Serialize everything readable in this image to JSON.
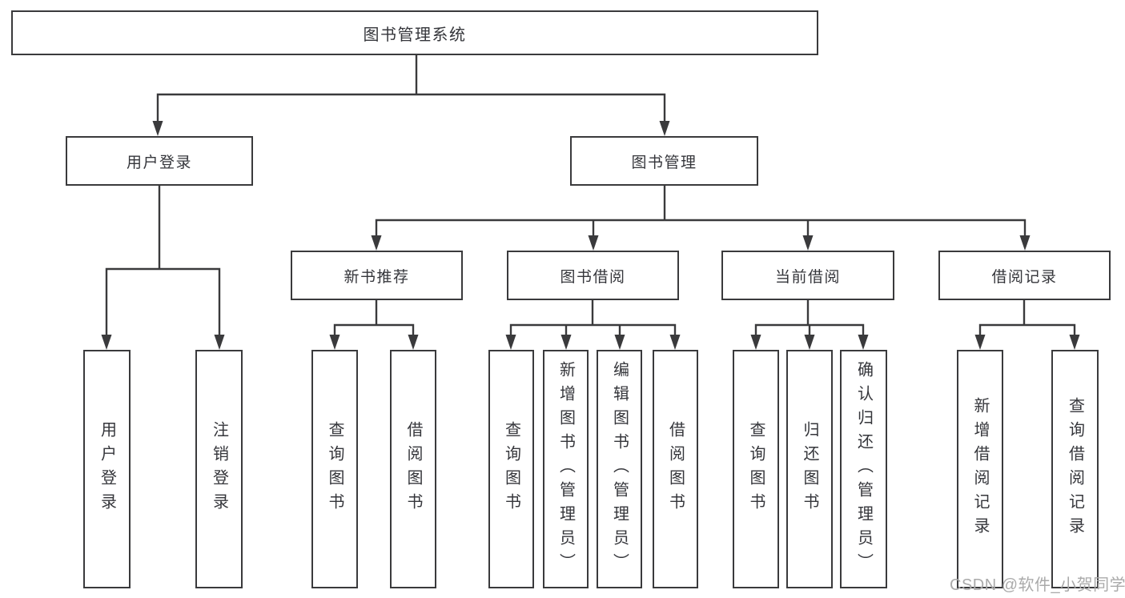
{
  "tree": {
    "label": "图书管理系统",
    "children": [
      {
        "label": "用户登录",
        "children": [
          {
            "label": "用户登录"
          },
          {
            "label": "注销登录"
          }
        ]
      },
      {
        "label": "图书管理",
        "children": [
          {
            "label": "新书推荐",
            "children": [
              {
                "label": "查询图书"
              },
              {
                "label": "借阅图书"
              }
            ]
          },
          {
            "label": "图书借阅",
            "children": [
              {
                "label": "查询图书"
              },
              {
                "label": "新增图书（管理员）"
              },
              {
                "label": "编辑图书（管理员）"
              },
              {
                "label": "借阅图书"
              }
            ]
          },
          {
            "label": "当前借阅",
            "children": [
              {
                "label": "查询图书"
              },
              {
                "label": "归还图书"
              },
              {
                "label": "确认归还（管理员）"
              }
            ]
          },
          {
            "label": "借阅记录",
            "children": [
              {
                "label": "新增借阅记录"
              },
              {
                "label": "查询借阅记录"
              }
            ]
          }
        ]
      }
    ]
  },
  "watermark": {
    "text": "CSDN @软件_小贺同学"
  },
  "colors": {
    "line": "#3a3a3c",
    "box_border": "#3a3a3c",
    "text": "#35363b",
    "watermark": "#aaaaaa",
    "background": "#ffffff"
  }
}
